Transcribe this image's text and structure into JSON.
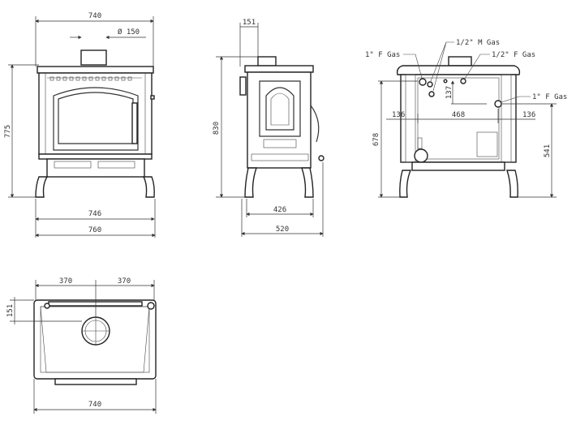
{
  "front_view": {
    "width_top": "740",
    "flue_diameter": "Ø 150",
    "height": "775",
    "width_legs": "746",
    "width_total": "760"
  },
  "side_view": {
    "flue_offset": "151",
    "height": "830",
    "depth_legs": "426",
    "depth_total": "520"
  },
  "rear_view": {
    "label_1in_f_gas_left": "1\" F Gas",
    "label_half_m_gas": "1/2\" M Gas",
    "label_half_f_gas": "1/2\" F Gas",
    "label_1in_f_gas_right": "1\" F Gas",
    "offset_left": "136",
    "center_span": "468",
    "offset_right": "136",
    "vertical_offset": "137",
    "height_left": "678",
    "height_right": "541"
  },
  "top_view": {
    "half_left": "370",
    "half_right": "370",
    "flue_offset": "151",
    "width": "740"
  }
}
